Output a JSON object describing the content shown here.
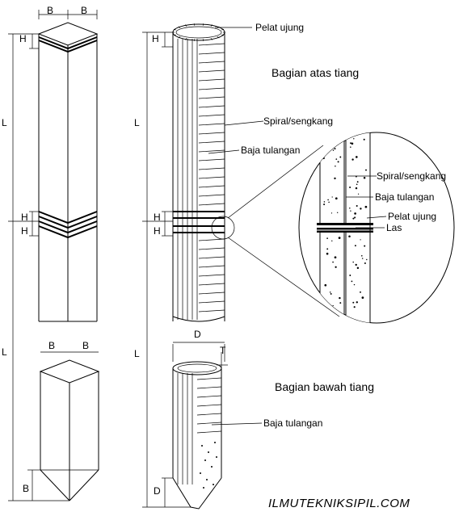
{
  "labels": {
    "pelat_ujung_top": "Pelat ujung",
    "bagian_atas": "Bagian atas tiang",
    "spiral_main": "Spiral/sengkang",
    "baja_main": "Baja tulangan",
    "spiral_detail": "Spiral/sengkang",
    "baja_detail": "Baja tulangan",
    "pelat_detail": "Pelat ujung",
    "las_detail": "Las",
    "bagian_bawah": "Bagian bawah tiang",
    "baja_bottom": "Baja tulangan",
    "watermark": "ILMUTEKNIKSIPIL.COM"
  },
  "dims": {
    "B": "B",
    "H": "H",
    "L": "L",
    "D": "D",
    "T": "T"
  }
}
